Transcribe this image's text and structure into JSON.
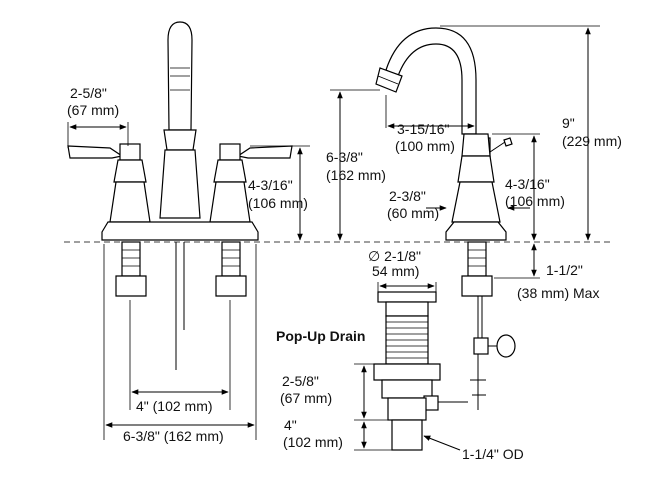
{
  "front_view": {
    "handle_height": "2-5/8\"",
    "handle_height_mm": "(67 mm)",
    "valve_height": "4-3/16\"",
    "valve_height_mm": "(106 mm)",
    "center_spacing": "4\" (102 mm)",
    "overall_width": "6-3/8\" (162 mm)"
  },
  "side_view": {
    "spout_height": "6-3/8\"",
    "spout_height_mm": "(162 mm)",
    "spout_reach": "3-15/16\"",
    "spout_reach_mm": "(100 mm)",
    "total_height": "9\"",
    "total_height_mm": "(229 mm)",
    "body_height": "4-3/16\"",
    "body_height_mm": "(106 mm)",
    "base_depth": "2-3/8\"",
    "base_depth_mm": "(60 mm)",
    "shank_length": "1-1/2\"",
    "shank_length_mm": "(38 mm) Max"
  },
  "drain": {
    "title": "Pop-Up Drain",
    "flange_diameter": "∅ 2-1/8\"",
    "flange_diameter_mm": "54 mm)",
    "body_height": "2-5/8\"",
    "body_height_mm": "(67 mm)",
    "tail_height": "4\"",
    "tail_height_mm": "(102 mm)",
    "outlet": "1-1/4\" OD"
  }
}
